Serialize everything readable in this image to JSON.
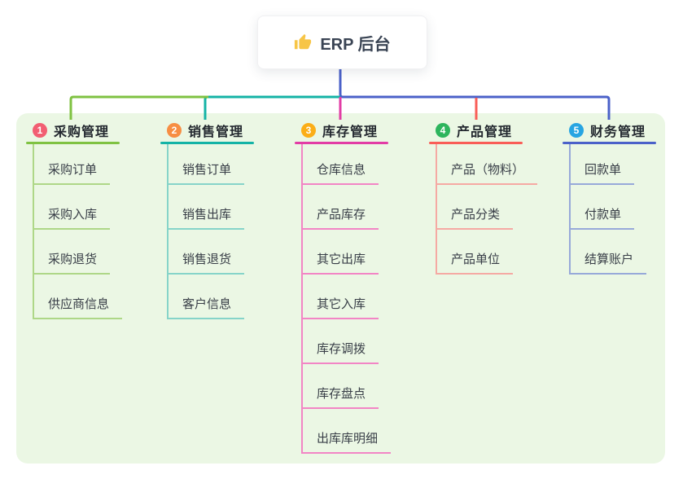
{
  "root": {
    "title": "ERP 后台",
    "icon": "thumbs-up-icon",
    "icon_color": "#f7c546",
    "text_color": "#3a4454"
  },
  "canvas": {
    "background": "#ffffff",
    "band_color": "#ebf7e4",
    "stem_color": "#4b61c9"
  },
  "branches": [
    {
      "num": "1",
      "title": "采购管理",
      "badge_color": "#f25e72",
      "color": "#7fc242",
      "light_color": "#aed787",
      "children": [
        "采购订单",
        "采购入库",
        "采购退货",
        "供应商信息"
      ]
    },
    {
      "num": "2",
      "title": "销售管理",
      "badge_color": "#f78e43",
      "color": "#14b3a6",
      "light_color": "#86d4c9",
      "children": [
        "销售订单",
        "销售出库",
        "销售退货",
        "客户信息"
      ]
    },
    {
      "num": "3",
      "title": "库存管理",
      "badge_color": "#fbae17",
      "color": "#e23ca5",
      "light_color": "#f285c5",
      "children": [
        "仓库信息",
        "产品库存",
        "其它出库",
        "其它入库",
        "库存调拨",
        "库存盘点",
        "出库库明细"
      ]
    },
    {
      "num": "4",
      "title": "产品管理",
      "badge_color": "#2db55d",
      "color": "#f95d57",
      "light_color": "#f5a9a3",
      "children": [
        "产品（物料）",
        "产品分类",
        "产品单位"
      ]
    },
    {
      "num": "5",
      "title": "财务管理",
      "badge_color": "#27a5e2",
      "color": "#4b61c9",
      "light_color": "#97a9d9",
      "children": [
        "回款单",
        "付款单",
        "结算账户"
      ]
    }
  ]
}
